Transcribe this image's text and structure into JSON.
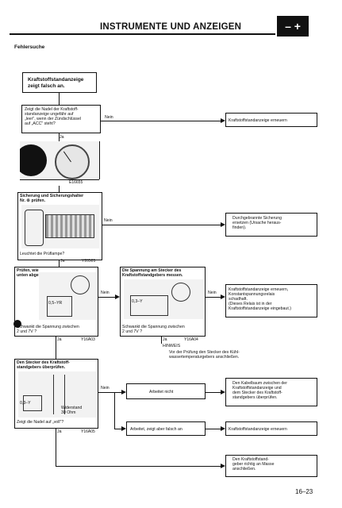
{
  "header": {
    "title": "INSTRUMENTE UND ANZEIGEN",
    "battery_symbol": "– +"
  },
  "section": "Fehlersuche",
  "start_box": "Kraftstoffstandanzeige\nzeigt falsch an.",
  "q1": {
    "text": "Zeigt die Nadel der Kraftstoff-\nstandanzeige ungefähr auf\n„leer\", wenn der Zündschlüssel\nauf „ACC\" steht?",
    "no": "Nein",
    "yes": "Ja",
    "result": "Kraftstoffstandanzeige erneuern"
  },
  "fig1": {
    "code": "E16655"
  },
  "q2": {
    "title": "Sicherung und Sicherungshalter\nNr. ⑥ prüfen.",
    "question": "Leuchtet die Prüflampe?",
    "no": "Nein",
    "yes": "Ja",
    "code": "Y20505",
    "result": "Durchgebrannte Sicherung\nersetzen (Ursache heraus-\nfinden)."
  },
  "q3": {
    "title": "Prüfen, wie\nunten abgebildet.",
    "label": "0,5–YR",
    "question": "Schwankt die Spannung zwischen\n2 und 7V ?",
    "no": "Nein",
    "yes": "Ja",
    "code": "Y16A03"
  },
  "q4": {
    "title": "Die Spannung am Stecker des\nKraftstoffstandgebers messen.",
    "label": "0,3–Y",
    "question": "Schwankt die Spannung zwischen\n2 und 7V ?",
    "no": "Nein",
    "yes": "Ja",
    "code": "Y16A04",
    "result": "Kraftstoffstandanzeige erneuern,\nKonstantspannungsrelais\nschadhaft.\n(Dieses Relais ist in der\nKraftstoffstandanzeige eingebaut.)"
  },
  "hinweis": {
    "title": "HINWEIS",
    "text": "Vor der Prüfung den Stecker des Kühl-\nwassertemperaturgebers anschließen."
  },
  "q5": {
    "title": "Den Stecker des Kraftstoff-\nstandgebers überprüfen.",
    "label": "0,3–Y",
    "resistor": "Widerstand\n30 Ohm",
    "question": "Zeigt die Nadel auf „voll\"?",
    "no": "Nein",
    "yes": "Ja",
    "code": "Y16A05"
  },
  "works_not": "Arbeitet nicht",
  "works_not_result": "Den Kabelbaum zwischen der\nKraftstoffstandanzeige und\ndem Stecker des Kraftstoff-\nstandgebers überprüfen.",
  "works_wrong": "Arbeitet, zeigt aber falsch an",
  "works_wrong_result": "Kraftstoffstandanzeige erneuern",
  "final_result": "Den Kraftstoffstand-\ngeber richtig an Masse\nanschließen.",
  "page_number": "16–23"
}
